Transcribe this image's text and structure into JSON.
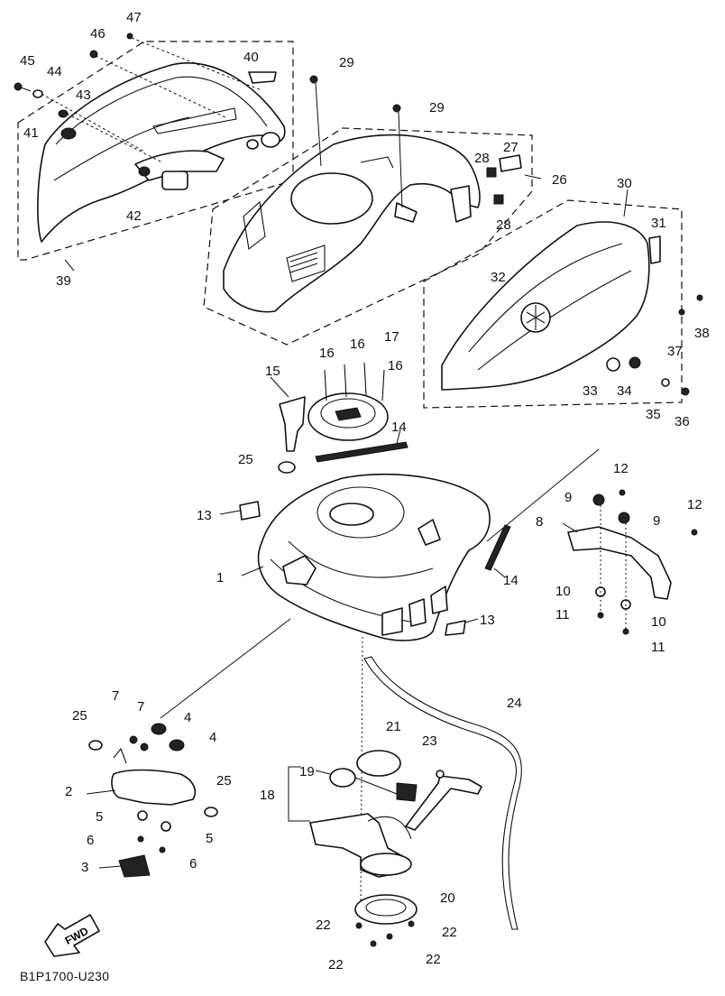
{
  "diagram": {
    "code": "B1P1700-U230",
    "fwd": "FWD",
    "callouts": {
      "c1": "1",
      "c2": "2",
      "c3": "3",
      "c4a": "4",
      "c4b": "4",
      "c5a": "5",
      "c5b": "5",
      "c6a": "6",
      "c6b": "6",
      "c7a": "7",
      "c7b": "7",
      "c8": "8",
      "c9a": "9",
      "c9b": "9",
      "c10a": "10",
      "c10b": "10",
      "c11a": "11",
      "c11b": "11",
      "c12a": "12",
      "c12b": "12",
      "c13a": "13",
      "c13b": "13",
      "c14a": "14",
      "c14b": "14",
      "c15": "15",
      "c16a": "16",
      "c16b": "16",
      "c16c": "16",
      "c17": "17",
      "c18": "18",
      "c19": "19",
      "c20": "20",
      "c21": "21",
      "c22a": "22",
      "c22b": "22",
      "c22c": "22",
      "c22d": "22",
      "c23": "23",
      "c24": "24",
      "c25a": "25",
      "c25b": "25",
      "c25c": "25",
      "c26": "26",
      "c27": "27",
      "c28a": "28",
      "c28b": "28",
      "c29a": "29",
      "c29b": "29",
      "c30": "30",
      "c31": "31",
      "c32": "32",
      "c33": "33",
      "c34": "34",
      "c35": "35",
      "c36": "36",
      "c37": "37",
      "c38": "38",
      "c39": "39",
      "c40": "40",
      "c41": "41",
      "c42": "42",
      "c43": "43",
      "c44": "44",
      "c45": "45",
      "c46": "46",
      "c47": "47"
    }
  }
}
